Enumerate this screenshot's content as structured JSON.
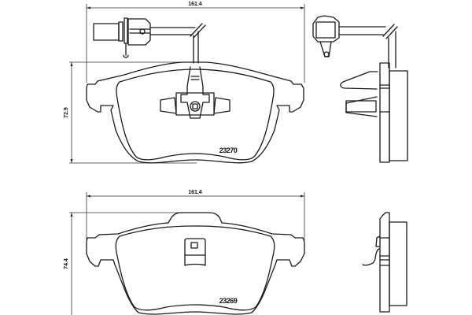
{
  "diagram": {
    "type": "brake pad technical drawing",
    "upper_pad": {
      "part_number": "23270",
      "width_dim": "161.4",
      "height_dim": "72.9",
      "has_wear_sensor": true
    },
    "lower_pad": {
      "part_number": "23269",
      "width_dim": "161.4",
      "height_dim": "74.4",
      "has_wear_sensor": false
    },
    "colors": {
      "line": "#1a1a1a",
      "background": "#ffffff"
    }
  }
}
